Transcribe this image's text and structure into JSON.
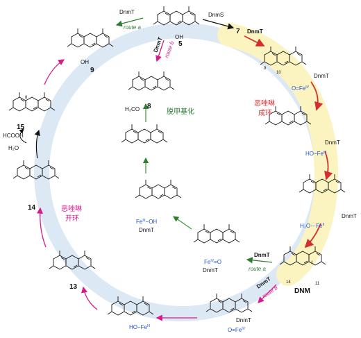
{
  "labels": {
    "compounds": {
      "c9": "9",
      "c5": "5",
      "c7": "7",
      "c15": "15",
      "c14": "14",
      "c13": "13",
      "c8": "8",
      "dnm": "DNM"
    },
    "enzymes": {
      "dnmT_top": "DnmT",
      "route_a_top": "route a",
      "dnmS": "DnmS",
      "dnmT_7": "DnmT",
      "dnmT_b": "DnmT",
      "route_b_top": "route b",
      "dnmT_fe1": "DnmT",
      "dnmT_fe2": "DnmT",
      "dnmT_fe3": "DnmT",
      "dnmT_mid1": "DnmT",
      "dnmT_mid2": "DnmT",
      "dnmT_route_a": "DnmT",
      "route_a_bottom": "route a",
      "dnmT_route_b": "DnmT",
      "route_b_bottom": "route b",
      "dnmT_bottom": "DnmT"
    },
    "iron": {
      "fe_iv_1": "O=Fe",
      "fe_iv_1_sup": "IV",
      "fe_iii_1": "HO−Fe",
      "fe_iii_1_sup": "III",
      "fe_ii_1": "H₂O···Fe",
      "fe_ii_1_sup": "II",
      "fe_iv_2": "Fe",
      "fe_iv_2_sup": "IV",
      "fe_iv_2_tail": "=O",
      "fe_iii_2": "Fe",
      "fe_iii_2_sup": "III",
      "fe_iii_2_tail": "−OH",
      "fe_iii_3": "HO−Fe",
      "fe_iii_3_sup": "III",
      "fe_iv_3": "O=Fe",
      "fe_iv_3_sup": "IV"
    },
    "reagents": {
      "hcooh": "HCOOH",
      "h2o": "H₂O",
      "h3co": "H₃CO"
    },
    "annotations": {
      "ring_form_1": "恶唑啉",
      "ring_form_2": "成环",
      "demethyl": "脱甲基化",
      "ring_open_1": "恶唑啉",
      "ring_open_2": "开环"
    },
    "atoms": {
      "n9": "9",
      "n10": "10",
      "n1": "1",
      "n11": "11",
      "n14": "14",
      "n8": "8",
      "oh": "OH",
      "o": "O",
      "n": "N",
      "h": "H"
    }
  },
  "colors": {
    "ring_band": "#dde8f5",
    "highlight_band": "#fbf3c0",
    "dnmT_arrow": "#2e7d32",
    "red_arrow": "#d32f2f",
    "magenta": "#d81b8c",
    "blue": "#1a4fd6",
    "black": "#111111",
    "green_arrow": "#3a9a3a"
  }
}
